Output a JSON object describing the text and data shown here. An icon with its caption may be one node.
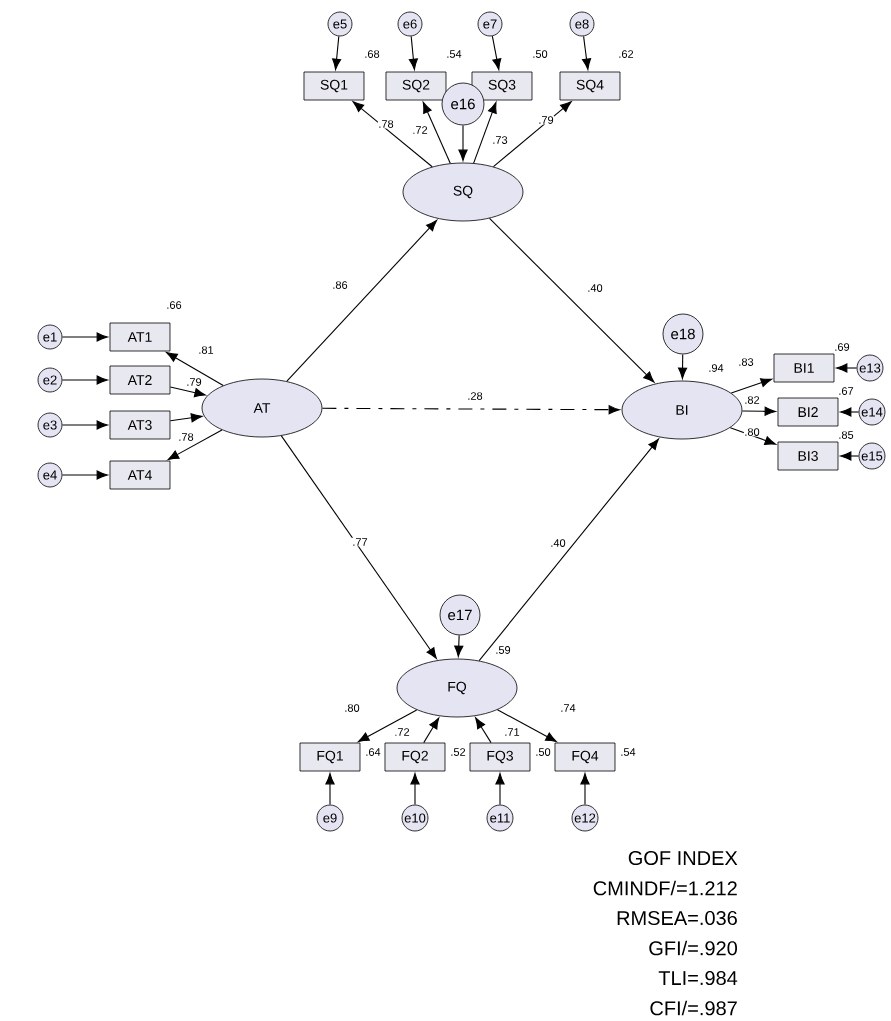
{
  "diagram": {
    "nodes": [
      {
        "text": [
          "e5"
        ]
      },
      {
        "text": [
          "e6"
        ]
      },
      {
        "text": [
          "e7"
        ]
      },
      {
        "text": [
          "e8"
        ]
      },
      {
        "text": [
          "SQ1"
        ],
        "beside": [
          ".68"
        ]
      },
      {
        "text": [
          "SQ2"
        ],
        "beside": [
          ".54"
        ]
      },
      {
        "text": [
          "SQ3"
        ],
        "beside": [
          ".50"
        ]
      },
      {
        "text": [
          "SQ4"
        ],
        "beside": [
          ".62"
        ]
      },
      {
        "text": [
          "e16"
        ]
      },
      {
        "text": [
          "SQ"
        ]
      },
      {
        "text": [
          "e1"
        ]
      },
      {
        "text": [
          "e2"
        ]
      },
      {
        "text": [
          "e3"
        ]
      },
      {
        "text": [
          "e4"
        ]
      },
      {
        "text": [
          "AT1"
        ],
        "beside": [
          ".66"
        ]
      },
      {
        "text": [
          "AT2"
        ]
      },
      {
        "text": [
          "AT3"
        ]
      },
      {
        "text": [
          "AT4"
        ]
      },
      {
        "text": [
          "AT"
        ]
      },
      {
        "text": [
          "e18"
        ]
      },
      {
        "text": [
          "BI"
        ],
        "beside": [
          ".94"
        ]
      },
      {
        "text": [
          "BI1"
        ],
        "beside": [
          ".69"
        ]
      },
      {
        "text": [
          "BI2"
        ],
        "beside": [
          ".67"
        ]
      },
      {
        "text": [
          "BI3"
        ],
        "beside": [
          ".85"
        ]
      },
      {
        "text": [
          "e13"
        ]
      },
      {
        "text": [
          "e14"
        ]
      },
      {
        "text": [
          "e15"
        ]
      },
      {
        "text": [
          "e17"
        ]
      },
      {
        "text": [
          "FQ"
        ],
        "beside": [
          ".59"
        ]
      },
      {
        "text": [
          "FQ1"
        ],
        "beside": [
          ".64"
        ]
      },
      {
        "text": [
          "FQ2"
        ],
        "beside": [
          ".52"
        ]
      },
      {
        "text": [
          "FQ3"
        ],
        "beside": [
          ".50"
        ]
      },
      {
        "text": [
          "FQ4"
        ],
        "beside": [
          ".54"
        ]
      },
      {
        "text": [
          "e9"
        ]
      },
      {
        "text": [
          "e10"
        ]
      },
      {
        "text": [
          "e11"
        ]
      },
      {
        "text": [
          "e12"
        ]
      }
    ],
    "edges": [
      {
        "from": 0,
        "to": 4,
        "arrow": "to"
      },
      {
        "from": 1,
        "to": 5,
        "arrow": "to"
      },
      {
        "from": 2,
        "to": 6,
        "arrow": "to"
      },
      {
        "from": 3,
        "to": 7,
        "arrow": "to"
      },
      {
        "from": 9,
        "to": 4,
        "arrow": "to",
        "label": ".78"
      },
      {
        "from": 9,
        "to": 5,
        "arrow": "to",
        "label": ".72"
      },
      {
        "from": 9,
        "to": 6,
        "arrow": "to",
        "label": ".73"
      },
      {
        "from": 9,
        "to": 7,
        "arrow": "to",
        "label": ".79"
      },
      {
        "from": 8,
        "to": 9,
        "arrow": "to"
      },
      {
        "from": 10,
        "to": 14,
        "arrow": "to"
      },
      {
        "from": 11,
        "to": 15,
        "arrow": "to"
      },
      {
        "from": 12,
        "to": 16,
        "arrow": "to"
      },
      {
        "from": 13,
        "to": 17,
        "arrow": "to"
      },
      {
        "from": 18,
        "to": 14,
        "arrow": "to",
        "label": ".81"
      },
      {
        "from": 15,
        "to": 18,
        "arrow": "to",
        "label": ".79"
      },
      {
        "from": 16,
        "to": 18,
        "arrow": "to",
        "label": ".78"
      },
      {
        "from": 18,
        "to": 17,
        "arrow": "to"
      },
      {
        "from": 18,
        "to": 9,
        "arrow": "to",
        "label": ".86"
      },
      {
        "from": 9,
        "to": 20,
        "arrow": "to",
        "label": ".40"
      },
      {
        "from": 18,
        "to": 20,
        "arrow": "to",
        "label": ".28",
        "style": "dashed"
      },
      {
        "from": 18,
        "to": 28,
        "arrow": "to",
        "label": ".77"
      },
      {
        "from": 28,
        "to": 20,
        "arrow": "to",
        "label": ".40"
      },
      {
        "from": 19,
        "to": 20,
        "arrow": "to"
      },
      {
        "from": 20,
        "to": 21,
        "arrow": "to",
        "label": ".83"
      },
      {
        "from": 20,
        "to": 22,
        "arrow": "to",
        "label": ".82"
      },
      {
        "from": 20,
        "to": 23,
        "arrow": "to",
        "label": ".80"
      },
      {
        "from": 24,
        "to": 21,
        "arrow": "to"
      },
      {
        "from": 25,
        "to": 22,
        "arrow": "to"
      },
      {
        "from": 26,
        "to": 23,
        "arrow": "to"
      },
      {
        "from": 27,
        "to": 28,
        "arrow": "to"
      },
      {
        "from": 28,
        "to": 29,
        "arrow": "to",
        "label": ".80"
      },
      {
        "from": 30,
        "to": 28,
        "arrow": "to",
        "label": ".72"
      },
      {
        "from": 31,
        "to": 28,
        "arrow": "to",
        "label": ".71"
      },
      {
        "from": 28,
        "to": 32,
        "arrow": "to",
        "label": ".74"
      },
      {
        "from": 33,
        "to": 29,
        "arrow": "to"
      },
      {
        "from": 34,
        "to": 30,
        "arrow": "to"
      },
      {
        "from": 35,
        "to": 31,
        "arrow": "to"
      },
      {
        "from": 36,
        "to": 32,
        "arrow": "to"
      }
    ],
    "labels": [
      "GOF INDEX",
      "CMINDF/=1.212",
      "RMSEA=.036",
      "GFI/=.920",
      "TLI=.984",
      "CFI/=.987"
    ]
  }
}
